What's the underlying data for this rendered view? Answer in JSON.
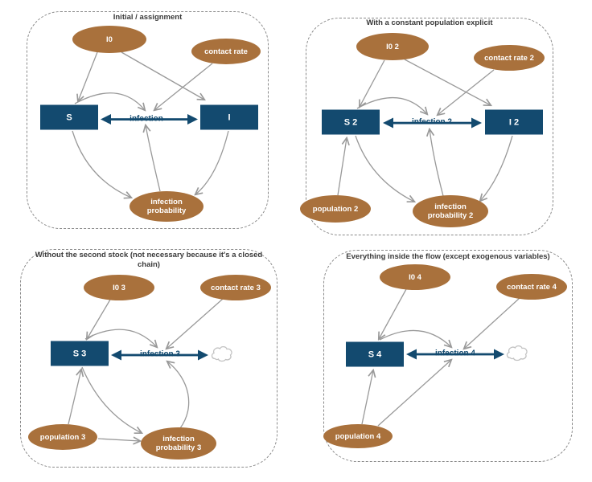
{
  "diagram": {
    "colors": {
      "stock_fill": "#134A6F",
      "variable_fill": "#A9713C",
      "flow_color": "#134A6F",
      "link_color": "#999999",
      "panel_border": "#8A8A8A",
      "title_text": "#3A3A3A",
      "node_label_text": "#FFFFFF"
    },
    "panels": [
      {
        "title": "Initial / assignment",
        "i0": "I0",
        "contact_rate": "contact rate",
        "infection_probability": "infection probability",
        "stock_s": "S",
        "stock_i": "I",
        "flow": "infection"
      },
      {
        "title": "With a constant population explicit",
        "i0": "I0 2",
        "contact_rate": "contact rate 2",
        "infection_probability": "infection probability 2",
        "population": "population 2",
        "stock_s": "S 2",
        "stock_i": "I 2",
        "flow": "infection 2"
      },
      {
        "title": "Without the second stock (not necessary because it's a closed chain)",
        "i0": "I0 3",
        "contact_rate": "contact rate 3",
        "infection_probability": "infection probability 3",
        "population": "population 3",
        "stock_s": "S 3",
        "flow": "infection 3"
      },
      {
        "title": "Everything inside the flow (except exogenous variables)",
        "i0": "I0 4",
        "contact_rate": "contact rate 4",
        "population": "population 4",
        "stock_s": "S 4",
        "flow": "infection 4"
      }
    ]
  }
}
